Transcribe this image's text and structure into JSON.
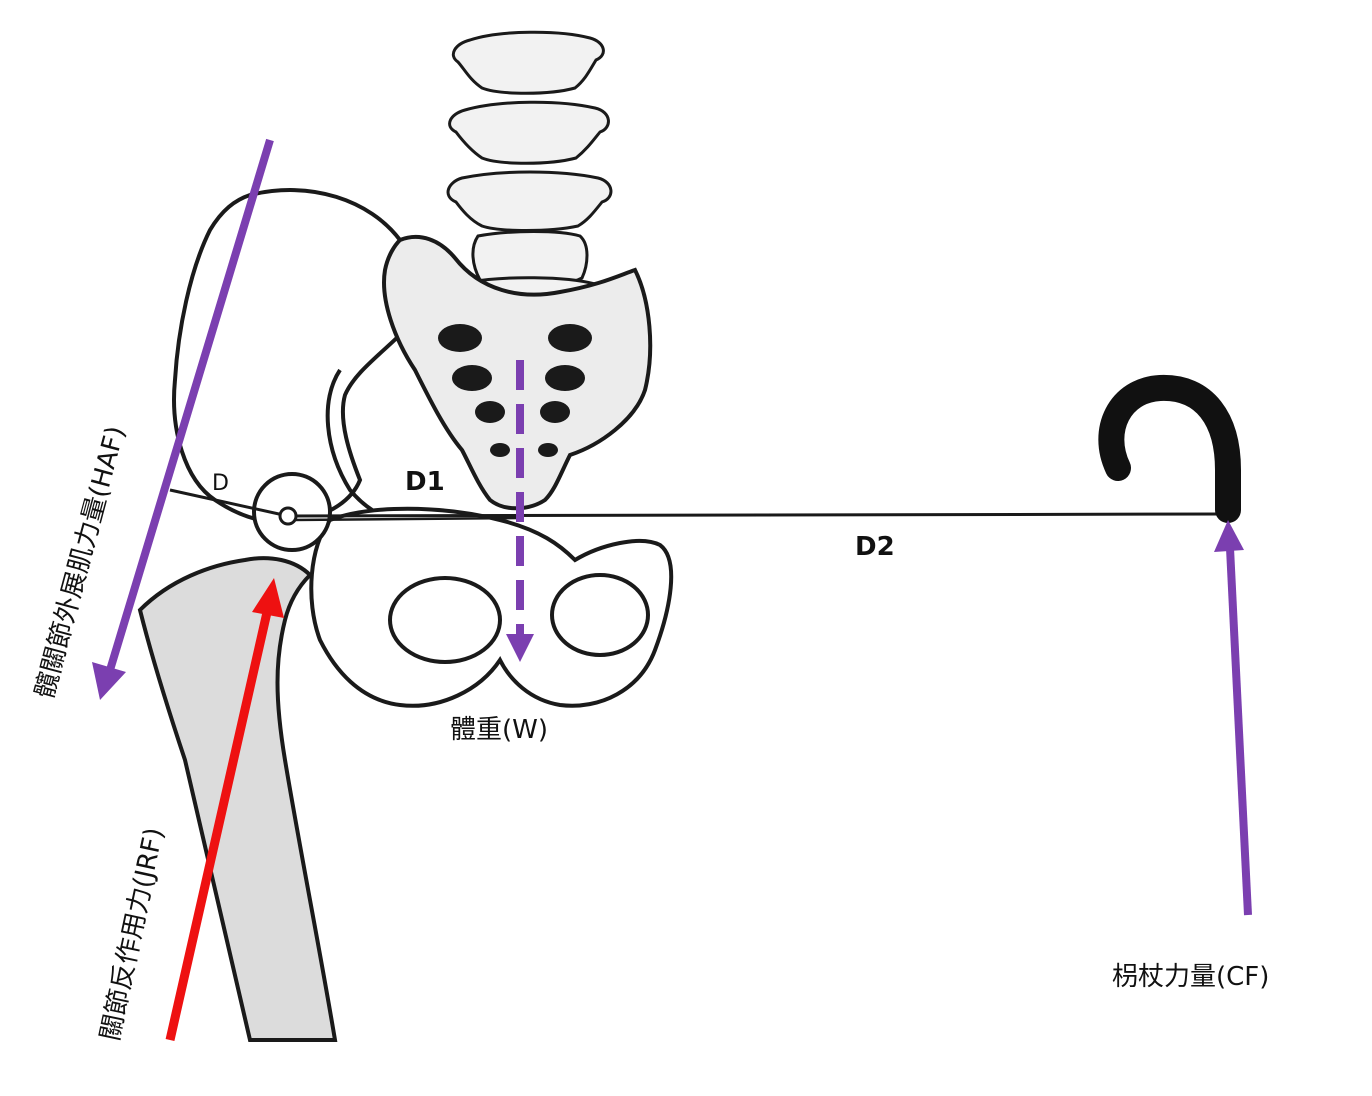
{
  "labels": {
    "haf": "髖關節外展肌力量(HAF)",
    "jrf": "關節反作用力(JRF)",
    "weight": "體重(W)",
    "cane_force": "枴杖力量(CF)",
    "d": "D",
    "d1": "D1",
    "d2": "D2"
  },
  "colors": {
    "purple": "#7b3fb0",
    "red": "#ee1111",
    "bone_fill": "#e6e6e6",
    "bone_stroke": "#1a1a1a",
    "cane": "#111111"
  }
}
